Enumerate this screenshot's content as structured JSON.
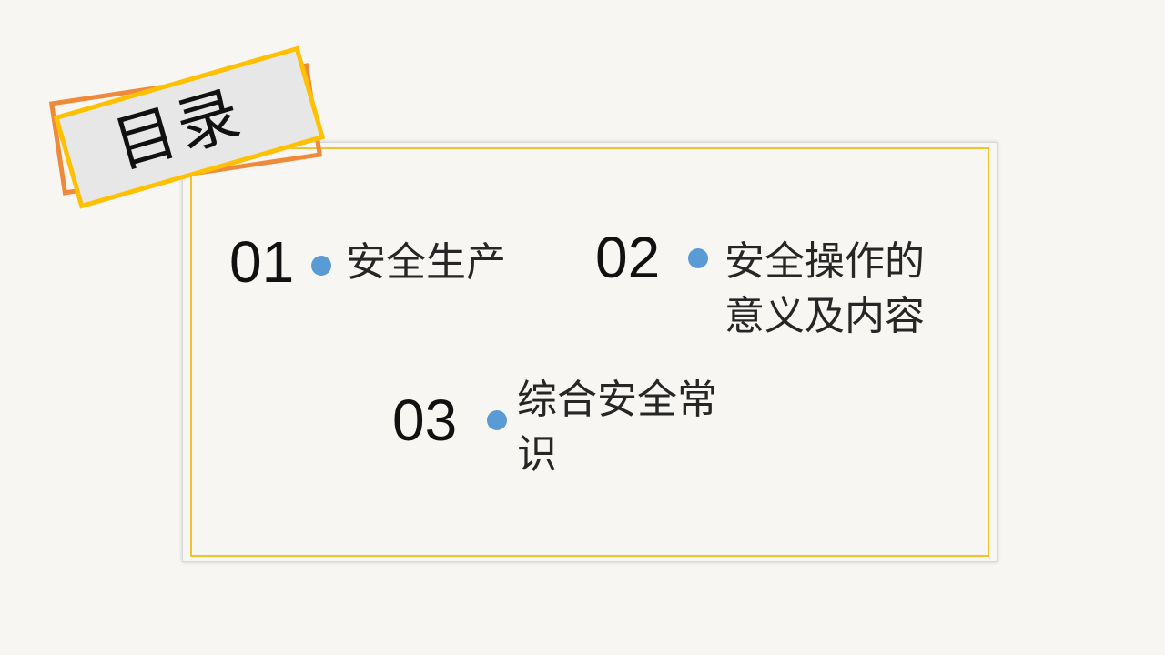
{
  "title": "目录",
  "colors": {
    "background": "#f7f6f2",
    "frame_border": "#f3c12b",
    "title_orange": "#ef8a3a",
    "title_yellow": "#ffc000",
    "title_fill": "#e7e7e7",
    "bullet": "#5b9bd5"
  },
  "items": [
    {
      "number": "01",
      "label": "安全生产"
    },
    {
      "number": "02",
      "label": "安全操作的意义及内容"
    },
    {
      "number": "03",
      "label": "综合安全常识"
    }
  ]
}
